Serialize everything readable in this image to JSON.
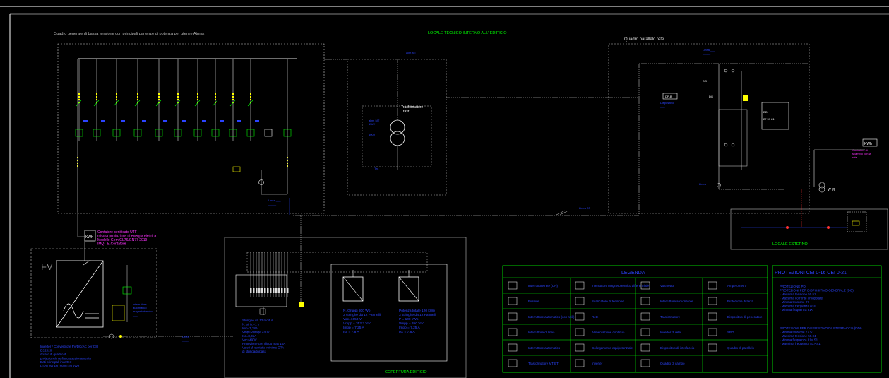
{
  "header": {
    "left_title": "Quadro generale di bassa tensione con principali partenze di potenza per utenze Atmax",
    "local_tech_title": "LOCALE TECNICO INTERNO ALL' EDIFICIO",
    "parallel_panel_title": "Quadro  parallelo  rete",
    "external_local_title": "LOCALE ESTERNO",
    "roof_title": "COPERTURA EDIFICIO",
    "pv_label": "FV"
  },
  "transformer": {
    "title": "Trasformatore",
    "subtitle": "Trasf."
  },
  "meter": {
    "tag": "KWh",
    "lines": [
      "Contatore certificato UTF",
      "misura produzione di energia elettrica",
      "Modello Gem GL76/GN77 2019",
      "IMQ - E.Contatore"
    ]
  },
  "meter2": {
    "tag": "KWh"
  },
  "inverter_note": [
    "Inverter / Convertitore FV/DC/AC per CSI",
    "DS2020",
    "dotato di quadro di",
    "protezione/interfaccia/sezionamento",
    "Dati principali inverter:",
    "P=20 kW Pn, max= 20 kWp"
  ],
  "string_box_note": [
    "Stringhe da 12 moduli",
    "N. strin.=1 x",
    "Imp=7,78A",
    "Vmp=Voltage 410V",
    "Isc=8,35A",
    "Voc=490V",
    "Protezione con diodo max 10A",
    "Valori di contatto minima OTA",
    "di stringa/bypass"
  ],
  "panel_a": [
    "N. Gruppi 800 Wp",
    "3 stringhe da 12 Pannelli",
    "Voc=1050 V",
    "Vmpp = 352,3 Vdc",
    "Impp = 7,25 A",
    "Isc = 7,8 A"
  ],
  "panel_b": [
    "Potenza totale 120 kWp",
    "3 stringhe da 12 Pannelli",
    "P = 100 kWp",
    "Vmpp = 350 Vdc",
    "Impp = 7,25 A",
    "Isc = 7,8 A"
  ],
  "legend": {
    "title": "LEGENDA",
    "col1": [
      "Interruttore rete (ON)",
      "Fusibile",
      "Interruttore automatico (con relè)",
      "Interruttore di linea",
      "Interruttore automatico",
      "Trasformatore MT/BT"
    ],
    "col2": [
      "Interruttore magnetotermico differenziale",
      "Scaricatore di tensione",
      "Rete",
      "Alimentazione continua",
      "Collegamento equipotenziale",
      "Inverter"
    ],
    "col3": [
      "Voltmetro",
      "Interruttore sezionatore",
      "Trasformatore",
      "Inverter di rete",
      "Dispositivo di interfaccia",
      "Quadro di campo"
    ],
    "col4": [
      "Amperometro",
      "Protezione di terra",
      "Dispositivo di generatore",
      "SPG",
      "Quadro di parallelo"
    ]
  },
  "protections": {
    "title": "PROTEZIONI CEI 0-16 CEI 0-21",
    "lines1": [
      "PROTEZIONE PDI",
      "PROTEZIONI PER DISPOSITIVO GENERALE (DG)",
      "- Massima tensione 50.51",
      "- Massima corrente omopolare",
      "- Minima tensione 27",
      "- Massima frequenza 81>",
      "- Minima frequenza 81<"
    ],
    "lines2": [
      "PROTEZIONI PER DISPOSITIVO DI INTERFACCIA (DDI)",
      "- Minima tensione 27.S1",
      "- Massima tensione 59.S1",
      "- Minima frequenza 81< S1",
      "- Massima frequenza 81> S1"
    ]
  },
  "colors": {
    "background": "#000000",
    "blue": "#2b44ff",
    "green": "#00ff00",
    "yellow": "#ffff00",
    "magenta": "#ff33ff",
    "red": "#ff3333",
    "white": "#ffffff",
    "gray": "#9a9a9a"
  }
}
